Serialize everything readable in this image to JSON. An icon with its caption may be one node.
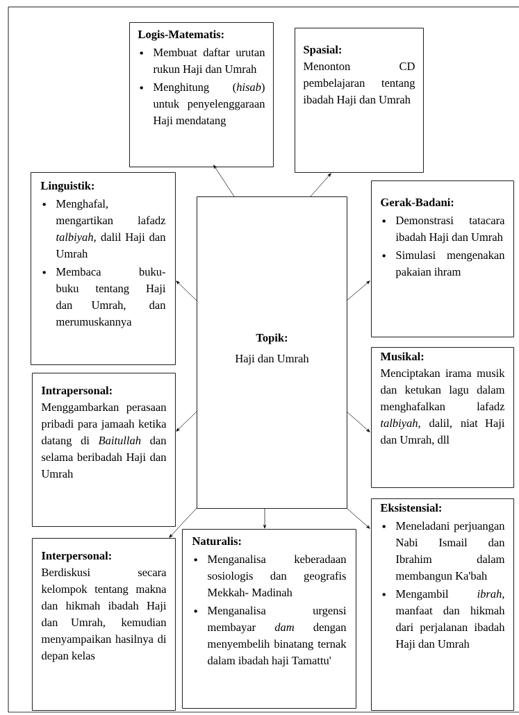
{
  "diagram": {
    "nodes": [
      {
        "text": [
          "Logis-Matematis:",
          "Membuat daftar urutan rukun Haji dan Umrah",
          "Menghitung (*hisab*) untuk penyelenggaraan Haji mendatang"
        ]
      },
      {
        "text": [
          "Spasial:",
          "Menonton CD pembelajaran tentang ibadah Haji dan Umrah"
        ]
      },
      {
        "text": [
          "Linguistik:",
          "Menghafal, mengartikan lafadz *talbiyah*, dalil Haji dan Umrah",
          "Membaca buku-buku tentang Haji dan Umrah, dan merumuskannya"
        ]
      },
      {
        "text": [
          "Topik:",
          "Haji dan Umrah"
        ]
      },
      {
        "text": [
          "Gerak-Badani:",
          "Demonstrasi tatacara ibadah Haji dan Umrah",
          "Simulasi mengenakan pakaian ihram"
        ]
      },
      {
        "text": [
          "Musikal:",
          "Menciptakan irama musik dan ketukan lagu dalam menghafalkan lafadz *talbiyah*, dalil, niat Haji dan Umrah, dll"
        ]
      },
      {
        "text": [
          "Intrapersonal:",
          "Menggambarkan perasaan pribadi para jamaah ketika datang di *Baitullah* dan selama beribadah Haji dan Umrah"
        ]
      },
      {
        "text": [
          "Interpersonal:",
          "Berdiskusi secara kelompok tentang makna dan hikmah ibadah Haji dan Umrah, kemudian menyampaikan hasilnya di depan kelas"
        ]
      },
      {
        "text": [
          "Naturalis:",
          "Menganalisa keberadaan sosiologis dan geografis Mekkah- Madinah",
          "Menganalisa urgensi membayar *dam* dengan menyembelih binatang ternak dalam ibadah haji Tamattu'"
        ]
      },
      {
        "text": [
          "Eksistensial:",
          "Meneladani perjuangan Nabi Ismail dan Ibrahim dalam membangun Ka'bah",
          "Mengambil *ibrah*, manfaat dan hikmah dari perjalanan ibadah Haji dan Umrah"
        ]
      }
    ],
    "edges": [
      {
        "from": 3,
        "to": 0,
        "arrow": "to"
      },
      {
        "from": 3,
        "to": 1,
        "arrow": "to"
      },
      {
        "from": 3,
        "to": 2,
        "arrow": "to"
      },
      {
        "from": 3,
        "to": 4,
        "arrow": "to"
      },
      {
        "from": 3,
        "to": 5,
        "arrow": "to"
      },
      {
        "from": 3,
        "to": 6,
        "arrow": "to"
      },
      {
        "from": 3,
        "to": 7,
        "arrow": "to"
      },
      {
        "from": 3,
        "to": 8,
        "arrow": "to"
      },
      {
        "from": 3,
        "to": 9,
        "arrow": "to"
      }
    ]
  }
}
